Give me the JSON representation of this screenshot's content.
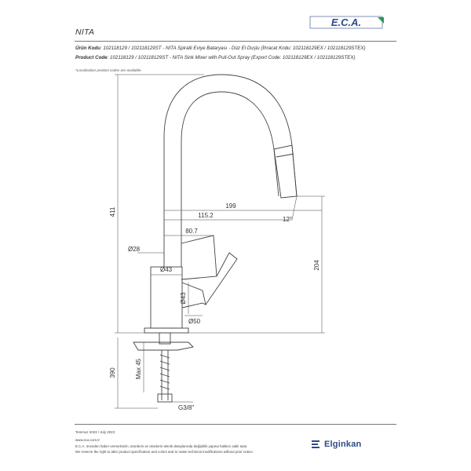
{
  "header": {
    "brand_logo": "E.C.A.",
    "title": "NITA",
    "urun_kodu_label": "Ürün Kodu",
    "urun_kodu_value": ": 102118129 / 10211812​9ST - NITA Spiralli Eviye Bataryası - Düz El Duşlu (İhracat Kodu: 102118129EX / 102118129STEX)",
    "product_code_label": "Product Code",
    "product_code_value": ": 102118129 / 102118129ST - NITA Sink Mixer with Pull-Out Spray (Export Code: 102118129EX / 102118129STEX)",
    "note": "*Localisation product codes are available."
  },
  "dimensions": {
    "d411": "411",
    "d199": "199",
    "d115": "115.2",
    "d80": "80.7",
    "angle": "12°",
    "d28": "Ø28",
    "d43a": "Ø43",
    "d43b": "Ø43",
    "d204": "204",
    "d50": "Ø50",
    "d390": "390",
    "max45": "Max 45",
    "g38": "G3/8\""
  },
  "footer": {
    "date": "Temmuz 2023 / July 2023",
    "web": "www.eca.com.tr",
    "tr_note": "E.C.A. önceden haber vermeksizin, ürünlerin ve ürünlerin teknik detaylarında değişiklik yapma hakkını saklı tutar.",
    "en_note": "We reserve the right to alter product specification and colors and to make technical modifications without prior notice.",
    "elginkan_logo": "Elginkan"
  },
  "colors": {
    "line": "#444444",
    "brand_blue": "#2d4a8a",
    "eca_green": "#2e9a4a"
  }
}
